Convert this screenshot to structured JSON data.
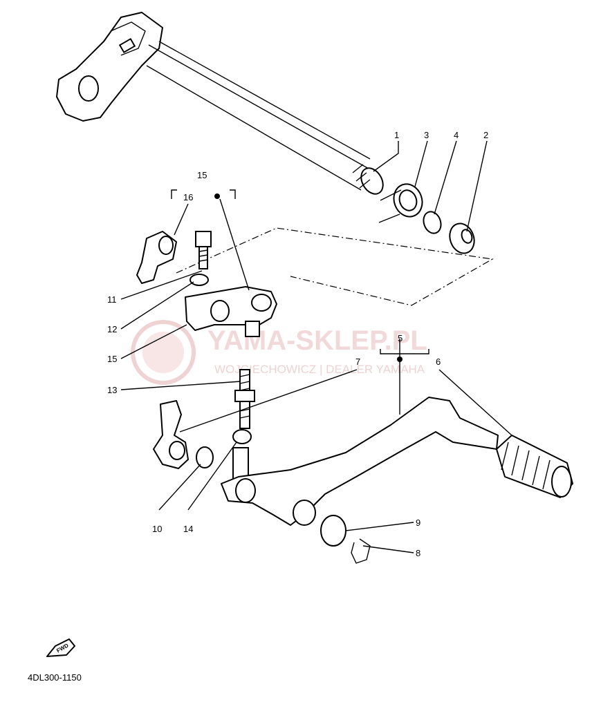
{
  "diagram": {
    "code": "4DL300-1150",
    "fwd_label": "FWD",
    "watermark": {
      "title": "YAMA-SKLEP.PL",
      "subtitle": "WOJCIECHOWICZ | DEALER YAMAHA"
    },
    "callouts": [
      {
        "id": "1",
        "text": "1"
      },
      {
        "id": "2",
        "text": "2"
      },
      {
        "id": "3",
        "text": "3"
      },
      {
        "id": "4",
        "text": "4"
      },
      {
        "id": "5",
        "text": "5"
      },
      {
        "id": "6",
        "text": "6"
      },
      {
        "id": "7",
        "text": "7"
      },
      {
        "id": "8",
        "text": "8"
      },
      {
        "id": "9",
        "text": "9"
      },
      {
        "id": "10",
        "text": "10"
      },
      {
        "id": "11",
        "text": "11"
      },
      {
        "id": "12",
        "text": "12"
      },
      {
        "id": "13",
        "text": "13"
      },
      {
        "id": "14",
        "text": "14"
      },
      {
        "id": "15a",
        "text": "15"
      },
      {
        "id": "15b",
        "text": "15"
      },
      {
        "id": "16",
        "text": "16"
      }
    ]
  }
}
